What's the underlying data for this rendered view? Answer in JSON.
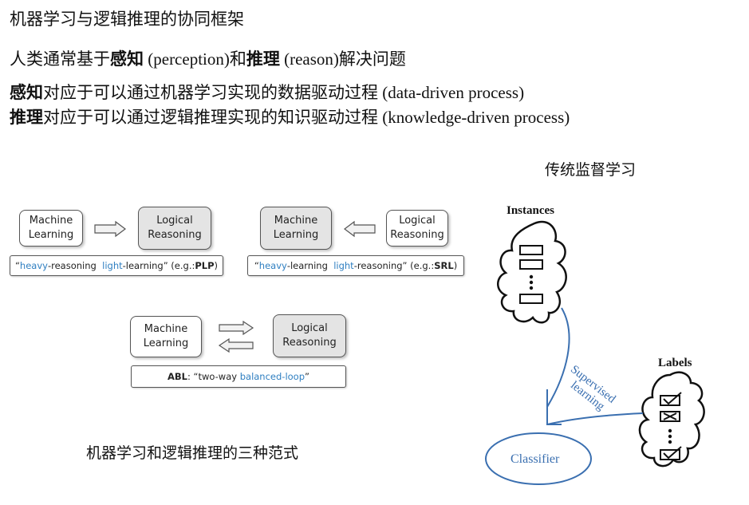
{
  "title": "机器学习与逻辑推理的协同框架",
  "line1": {
    "prefix": "人类通常基于",
    "perception_cn": "感知",
    "perception_en": " (perception)",
    "and": "和",
    "reason_cn": "推理",
    "reason_en": " (reason)",
    "suffix": "解决问题"
  },
  "line2": {
    "term": "感知",
    "text": "对应于可以通过机器学习实现的数据驱动过程",
    "en": " (data-driven process)"
  },
  "line3": {
    "term": "推理",
    "text": "对应于可以通过逻辑推理实现的知识驱动过程",
    "en": " (knowledge-driven process)"
  },
  "paradigms": {
    "ml_label_1": "Machine",
    "ml_label_2": "Learning",
    "lr_label_1": "Logical",
    "lr_label_2": "Reasoning",
    "plp": {
      "q_open": "“",
      "w1": "heavy",
      "w2": "-reasoning  ",
      "w3": "light",
      "w4": "-learning” (e.g.: ",
      "abbr": "PLP",
      "close": ")"
    },
    "srl": {
      "q_open": "“",
      "w1": "heavy",
      "w2": "-learning  ",
      "w3": "light",
      "w4": "-reasoning” (e.g.: ",
      "abbr": "SRL",
      "close": ")"
    },
    "abl": {
      "abbr": "ABL",
      "w1": ": “two-way ",
      "w2": "balanced-loop",
      "w3": "”"
    },
    "caption": "机器学习和逻辑推理的三种范式"
  },
  "supervised": {
    "title": "传统监督学习",
    "instances": "Instances",
    "labels": "Labels",
    "arrow_text_1": "Supervised",
    "arrow_text_2": "learning",
    "classifier": "Classifier"
  },
  "colors": {
    "accent_blue": "#2f7fc1",
    "grey_box": "#e4e4e4",
    "classifier_blue": "#3a6fb0"
  }
}
